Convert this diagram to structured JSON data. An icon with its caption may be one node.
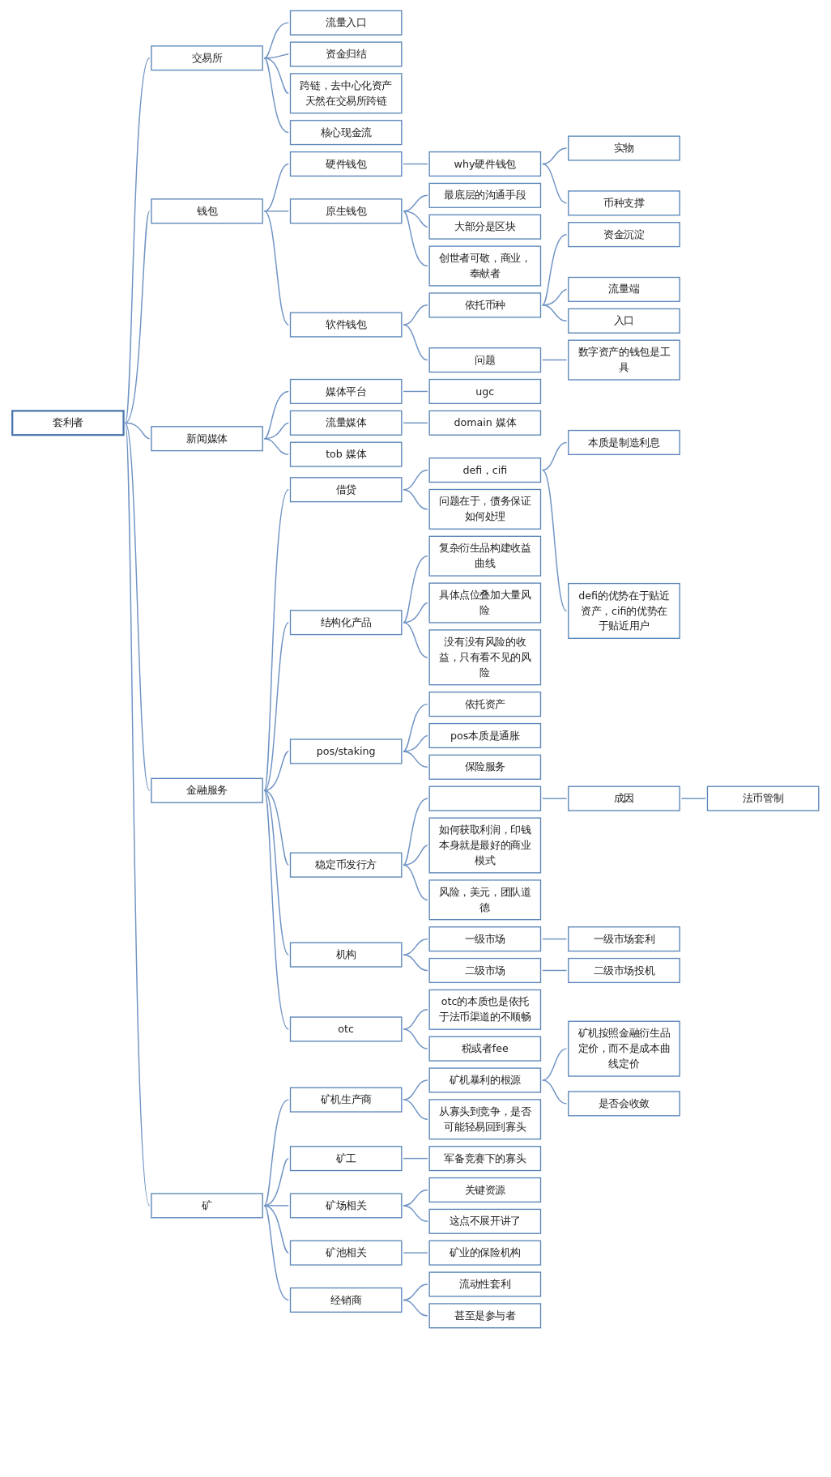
{
  "diagram": {
    "nodes": [
      {
        "text": [
          "套利者"
        ]
      },
      {
        "text": [
          "交易所"
        ]
      },
      {
        "text": [
          "流量入口"
        ]
      },
      {
        "text": [
          "资金归结"
        ]
      },
      {
        "text": [
          "跨链，去中心化资产天然在交易所跨链"
        ]
      },
      {
        "text": [
          "核心现金流"
        ]
      },
      {
        "text": [
          "钱包"
        ]
      },
      {
        "text": [
          "硬件钱包"
        ]
      },
      {
        "text": [
          "why硬件钱包"
        ]
      },
      {
        "text": [
          "实物"
        ]
      },
      {
        "text": [
          "币种支撑"
        ]
      },
      {
        "text": [
          "原生钱包"
        ]
      },
      {
        "text": [
          "最底层的沟通手段"
        ]
      },
      {
        "text": [
          "大部分是区块"
        ]
      },
      {
        "text": [
          "创世者可敬，商业，奉献者"
        ]
      },
      {
        "text": [
          "软件钱包"
        ]
      },
      {
        "text": [
          "依托币种"
        ]
      },
      {
        "text": [
          "资金沉淀"
        ]
      },
      {
        "text": [
          "流量端"
        ]
      },
      {
        "text": [
          "入口"
        ]
      },
      {
        "text": [
          "问题"
        ]
      },
      {
        "text": [
          "数字资产的钱包是工具"
        ]
      },
      {
        "text": [
          "新闻媒体"
        ]
      },
      {
        "text": [
          "媒体平台"
        ]
      },
      {
        "text": [
          "ugc"
        ]
      },
      {
        "text": [
          "流量媒体"
        ]
      },
      {
        "text": [
          "domain 媒体"
        ]
      },
      {
        "text": [
          "tob 媒体"
        ]
      },
      {
        "text": [
          "金融服务"
        ]
      },
      {
        "text": [
          "借贷"
        ]
      },
      {
        "text": [
          "defi，cifi"
        ]
      },
      {
        "text": [
          "本质是制造利息"
        ]
      },
      {
        "text": [
          "defi的优势在于贴近资产，cifi的优势在于贴近用户"
        ]
      },
      {
        "text": [
          "问题在于，债务保证如何处理"
        ]
      },
      {
        "text": [
          "结构化产品"
        ]
      },
      {
        "text": [
          "复杂衍生品构建收益曲线"
        ]
      },
      {
        "text": [
          "具体点位叠加大量风险"
        ]
      },
      {
        "text": [
          "没有没有风险的收益，只有看不见的风险"
        ]
      },
      {
        "text": [
          "pos/staking"
        ]
      },
      {
        "text": [
          "依托资产"
        ]
      },
      {
        "text": [
          "pos本质是通胀"
        ]
      },
      {
        "text": [
          "保险服务"
        ]
      },
      {
        "text": [
          "稳定币发行方"
        ]
      },
      {
        "text": [],
        "shape": "box"
      },
      {
        "text": [
          "成因"
        ]
      },
      {
        "text": [
          "法币管制"
        ]
      },
      {
        "text": [
          "如何获取利润，印钱本身就是最好的商业模式"
        ]
      },
      {
        "text": [
          "风险，美元，团队道德"
        ]
      },
      {
        "text": [
          "机构"
        ]
      },
      {
        "text": [
          "一级市场"
        ]
      },
      {
        "text": [
          "一级市场套利"
        ]
      },
      {
        "text": [
          "二级市场"
        ]
      },
      {
        "text": [
          "二级市场投机"
        ]
      },
      {
        "text": [
          "otc"
        ]
      },
      {
        "text": [
          "otc的本质也是依托于法币渠道的不顺畅"
        ]
      },
      {
        "text": [
          "税或者fee"
        ]
      },
      {
        "text": [
          "矿"
        ]
      },
      {
        "text": [
          "矿机生产商"
        ]
      },
      {
        "text": [
          "矿机暴利的根源"
        ]
      },
      {
        "text": [
          "矿机按照金融衍生品定价，而不是成本曲线定价"
        ]
      },
      {
        "text": [
          "是否会收敛"
        ]
      },
      {
        "text": [
          "从寡头到竞争，是否可能轻易回到寡头"
        ]
      },
      {
        "text": [
          "矿工"
        ]
      },
      {
        "text": [
          "军备竞赛下的寡头"
        ]
      },
      {
        "text": [
          "矿场相关"
        ]
      },
      {
        "text": [
          "关键资源"
        ]
      },
      {
        "text": [
          "这点不展开讲了"
        ]
      },
      {
        "text": [
          "矿池相关"
        ]
      },
      {
        "text": [
          "矿业的保险机构"
        ]
      },
      {
        "text": [
          "经销商"
        ]
      },
      {
        "text": [
          "流动性套利"
        ]
      },
      {
        "text": [
          "甚至是参与者"
        ]
      }
    ],
    "edges": [
      {
        "from": 0,
        "to": 1,
        "arrow": "none"
      },
      {
        "from": 1,
        "to": 2,
        "arrow": "none"
      },
      {
        "from": 1,
        "to": 3,
        "arrow": "none"
      },
      {
        "from": 1,
        "to": 4,
        "arrow": "none"
      },
      {
        "from": 1,
        "to": 5,
        "arrow": "none"
      },
      {
        "from": 0,
        "to": 6,
        "arrow": "none"
      },
      {
        "from": 6,
        "to": 7,
        "arrow": "none"
      },
      {
        "from": 7,
        "to": 8,
        "arrow": "none"
      },
      {
        "from": 8,
        "to": 9,
        "arrow": "none"
      },
      {
        "from": 8,
        "to": 10,
        "arrow": "none"
      },
      {
        "from": 6,
        "to": 11,
        "arrow": "none"
      },
      {
        "from": 11,
        "to": 12,
        "arrow": "none"
      },
      {
        "from": 11,
        "to": 13,
        "arrow": "none"
      },
      {
        "from": 11,
        "to": 14,
        "arrow": "none"
      },
      {
        "from": 6,
        "to": 15,
        "arrow": "none"
      },
      {
        "from": 15,
        "to": 16,
        "arrow": "none"
      },
      {
        "from": 16,
        "to": 17,
        "arrow": "none"
      },
      {
        "from": 16,
        "to": 18,
        "arrow": "none"
      },
      {
        "from": 16,
        "to": 19,
        "arrow": "none"
      },
      {
        "from": 15,
        "to": 20,
        "arrow": "none"
      },
      {
        "from": 20,
        "to": 21,
        "arrow": "none"
      },
      {
        "from": 0,
        "to": 22,
        "arrow": "none"
      },
      {
        "from": 22,
        "to": 23,
        "arrow": "none"
      },
      {
        "from": 23,
        "to": 24,
        "arrow": "none"
      },
      {
        "from": 22,
        "to": 25,
        "arrow": "none"
      },
      {
        "from": 25,
        "to": 26,
        "arrow": "none"
      },
      {
        "from": 22,
        "to": 27,
        "arrow": "none"
      },
      {
        "from": 0,
        "to": 28,
        "arrow": "none"
      },
      {
        "from": 28,
        "to": 29,
        "arrow": "none"
      },
      {
        "from": 29,
        "to": 30,
        "arrow": "none"
      },
      {
        "from": 30,
        "to": 31,
        "arrow": "none"
      },
      {
        "from": 30,
        "to": 32,
        "arrow": "none"
      },
      {
        "from": 29,
        "to": 33,
        "arrow": "none"
      },
      {
        "from": 28,
        "to": 34,
        "arrow": "none"
      },
      {
        "from": 34,
        "to": 35,
        "arrow": "none"
      },
      {
        "from": 34,
        "to": 36,
        "arrow": "none"
      },
      {
        "from": 34,
        "to": 37,
        "arrow": "none"
      },
      {
        "from": 28,
        "to": 38,
        "arrow": "none"
      },
      {
        "from": 38,
        "to": 39,
        "arrow": "none"
      },
      {
        "from": 38,
        "to": 40,
        "arrow": "none"
      },
      {
        "from": 38,
        "to": 41,
        "arrow": "none"
      },
      {
        "from": 28,
        "to": 42,
        "arrow": "none"
      },
      {
        "from": 42,
        "to": 43,
        "arrow": "none"
      },
      {
        "from": 43,
        "to": 44,
        "arrow": "none"
      },
      {
        "from": 44,
        "to": 45,
        "arrow": "none"
      },
      {
        "from": 42,
        "to": 46,
        "arrow": "none"
      },
      {
        "from": 42,
        "to": 47,
        "arrow": "none"
      },
      {
        "from": 28,
        "to": 48,
        "arrow": "none"
      },
      {
        "from": 48,
        "to": 49,
        "arrow": "none"
      },
      {
        "from": 49,
        "to": 50,
        "arrow": "none"
      },
      {
        "from": 48,
        "to": 51,
        "arrow": "none"
      },
      {
        "from": 51,
        "to": 52,
        "arrow": "none"
      },
      {
        "from": 28,
        "to": 53,
        "arrow": "none"
      },
      {
        "from": 53,
        "to": 54,
        "arrow": "none"
      },
      {
        "from": 53,
        "to": 55,
        "arrow": "none"
      },
      {
        "from": 0,
        "to": 56,
        "arrow": "none"
      },
      {
        "from": 56,
        "to": 57,
        "arrow": "none"
      },
      {
        "from": 57,
        "to": 58,
        "arrow": "none"
      },
      {
        "from": 58,
        "to": 59,
        "arrow": "none"
      },
      {
        "from": 58,
        "to": 60,
        "arrow": "none"
      },
      {
        "from": 57,
        "to": 61,
        "arrow": "none"
      },
      {
        "from": 56,
        "to": 62,
        "arrow": "none"
      },
      {
        "from": 62,
        "to": 63,
        "arrow": "none"
      },
      {
        "from": 56,
        "to": 64,
        "arrow": "none"
      },
      {
        "from": 64,
        "to": 65,
        "arrow": "none"
      },
      {
        "from": 64,
        "to": 66,
        "arrow": "none"
      },
      {
        "from": 56,
        "to": 67,
        "arrow": "none"
      },
      {
        "from": 67,
        "to": 68,
        "arrow": "none"
      },
      {
        "from": 56,
        "to": 69,
        "arrow": "none"
      },
      {
        "from": 69,
        "to": 70,
        "arrow": "none"
      },
      {
        "from": 69,
        "to": 71,
        "arrow": "none"
      }
    ]
  }
}
